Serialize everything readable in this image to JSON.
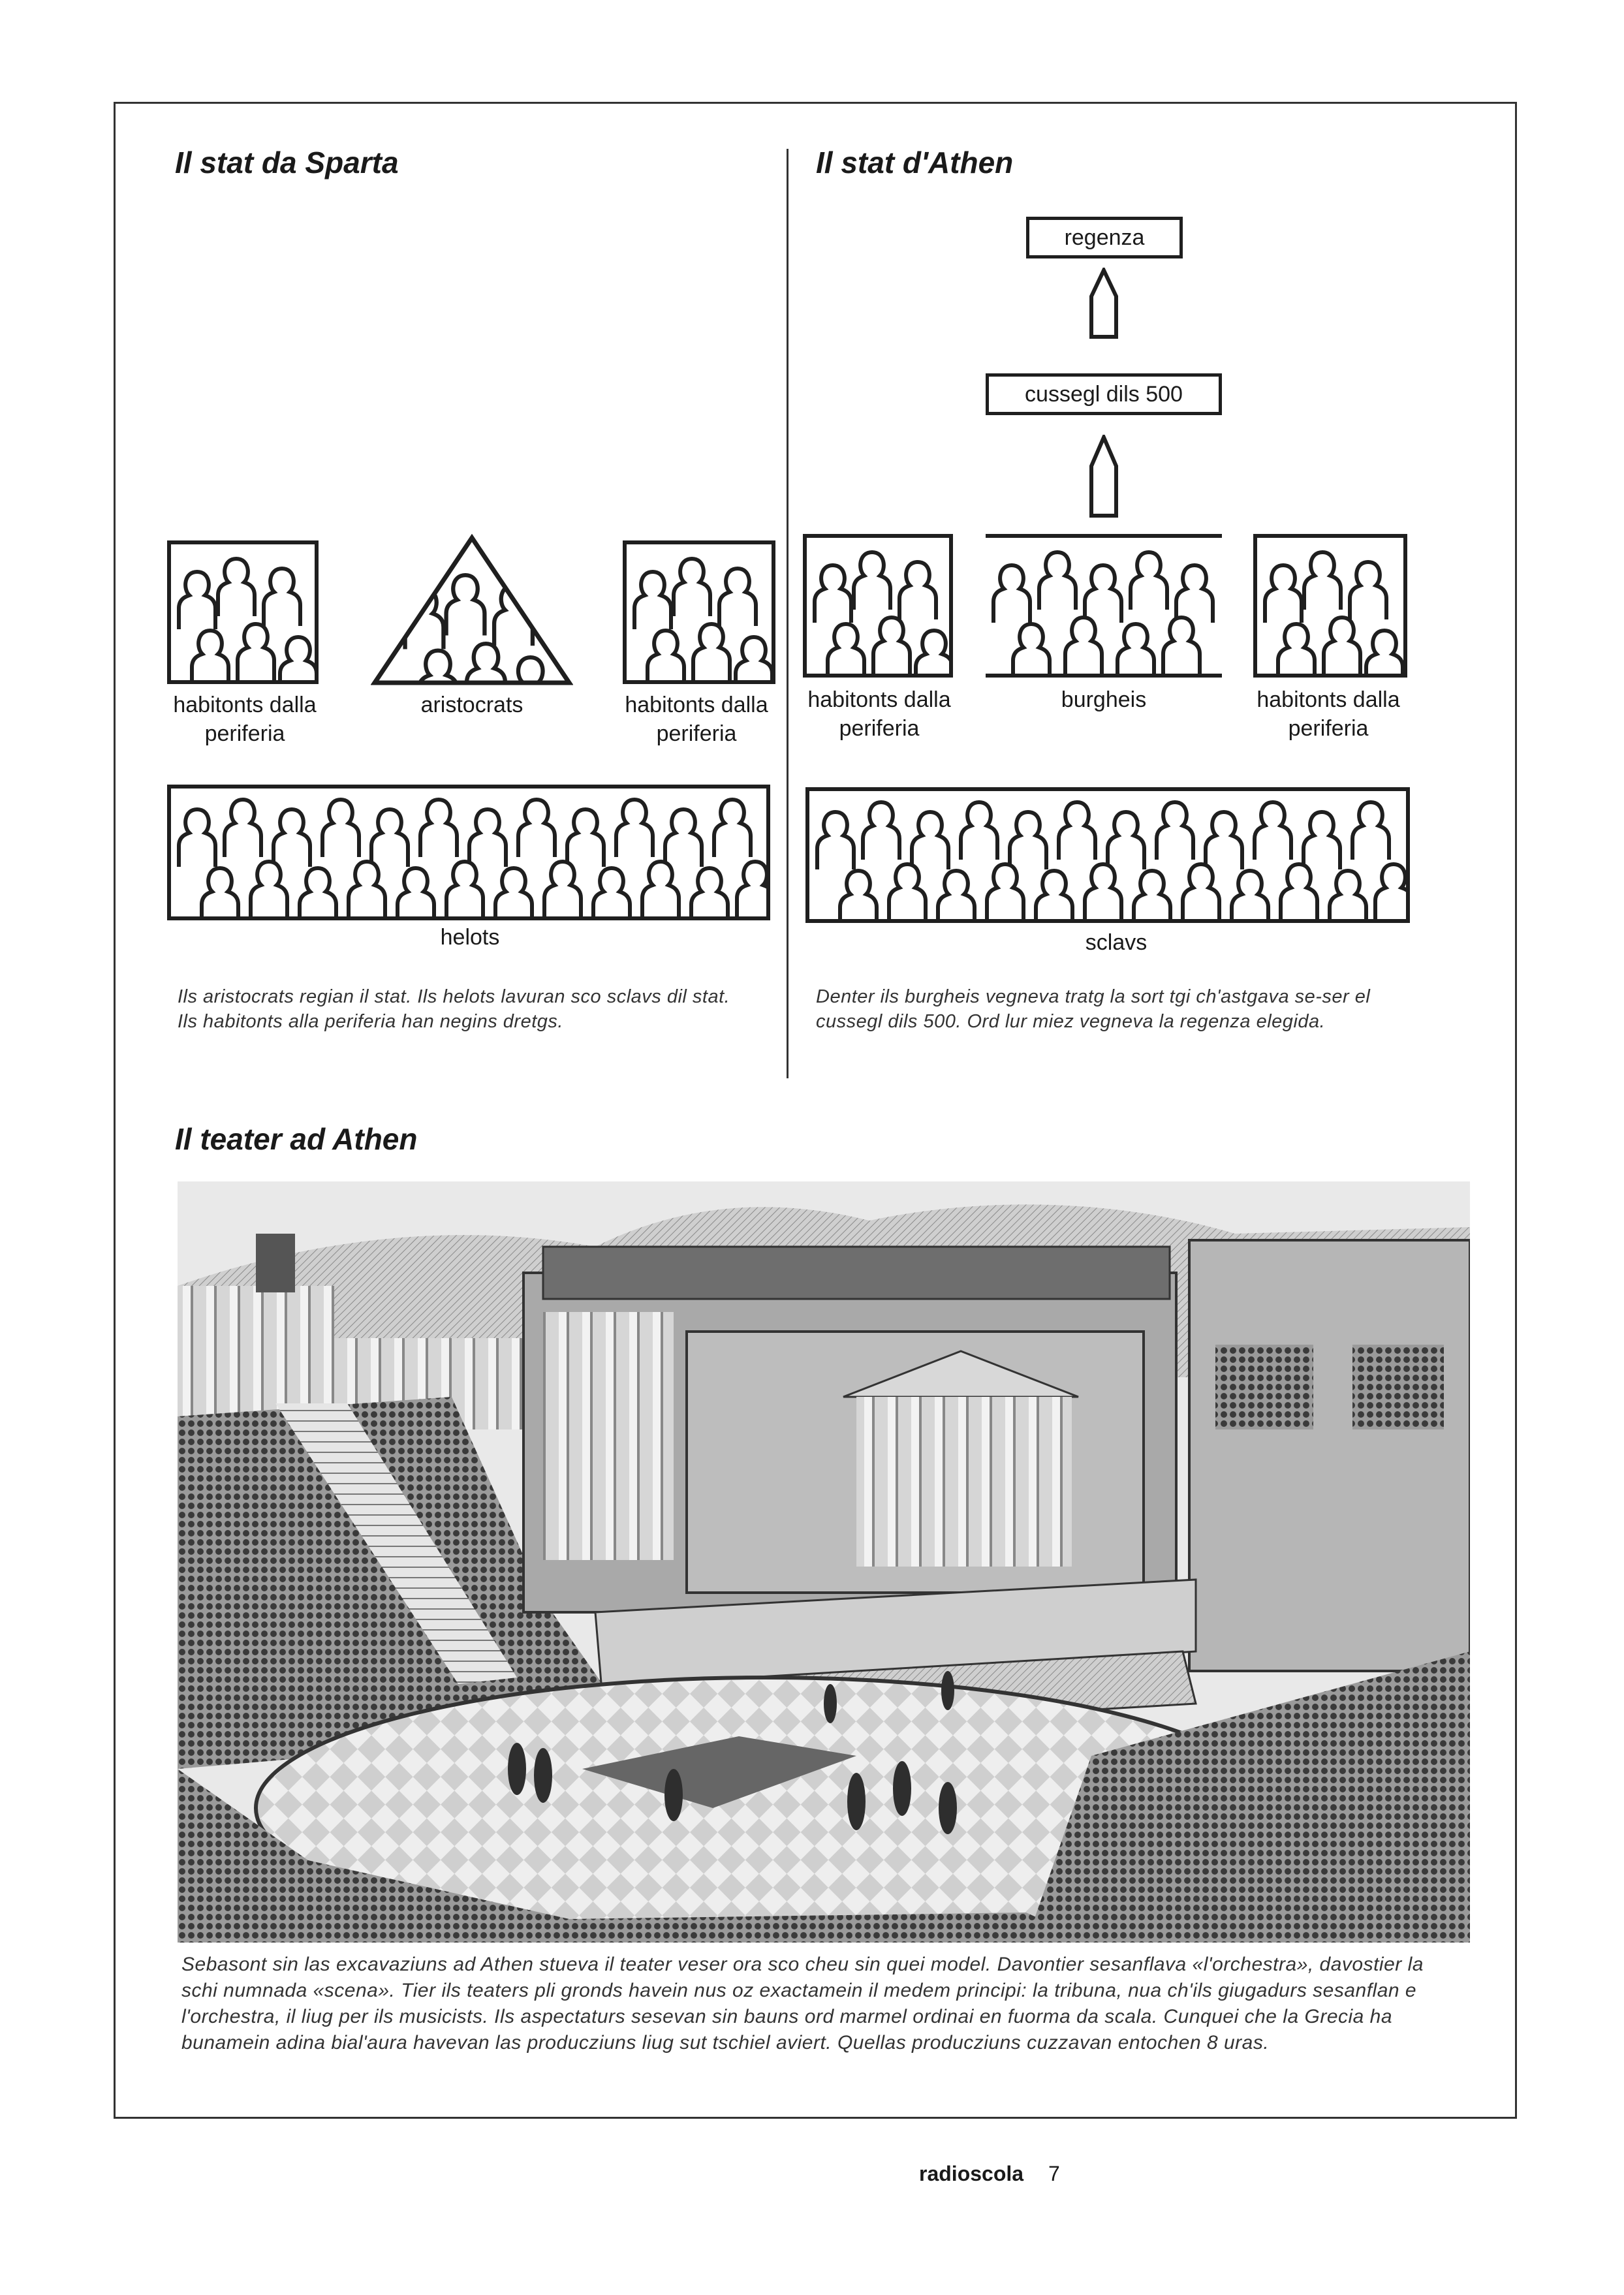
{
  "sparta": {
    "title": "Il stat da Sparta",
    "groups": {
      "periphery_left": "habitonts dalla\nperiferia",
      "aristocrats": "aristocrats",
      "periphery_right": "habitonts dalla\nperiferia"
    },
    "lower_group": "helots",
    "caption": "Ils aristocrats regian il stat. Ils helots lavuran sco sclavs dil stat. Ils habitonts alla periferia han negins dretgs."
  },
  "athens": {
    "title": "Il stat d'Athen",
    "government": "regenza",
    "council": "cussegl dils 500",
    "groups": {
      "periphery_left": "habitonts dalla\nperiferia",
      "burghers": "burgheis",
      "periphery_right": "habitonts dalla\nperiferia"
    },
    "lower_group": "sclavs",
    "caption": "Denter ils burgheis vegneva tratg la sort tgi ch'astgava se-ser el cussegl dils 500. Ord lur miez vegneva la regenza elegida."
  },
  "theatre": {
    "title": "Il teater ad Athen",
    "caption": "Sebasont sin las excavaziuns ad Athen stueva il teater veser ora sco cheu sin quei model. Davontier sesanflava «l'orchestra», davostier la schi numnada «scena». Tier ils teaters pli gronds havein nus oz exactamein il medem principi: la tribuna, nua ch'ils giugadurs sesanflan e l'orchestra, il liug per ils musicists. Ils aspectaturs sesevan sin bauns ord marmel ordinai en fuorma da scala. Cunquei che la Grecia ha bunamein adina bial'aura havevan las producziuns liug sut tschiel aviert. Quellas producziuns cuzzavan entochen 8 uras."
  },
  "footer": {
    "brand": "radioscola",
    "page": "7"
  },
  "icons": {
    "arrow": "arrow-up-icon",
    "crowd": "crowd-silhouettes-icon"
  }
}
